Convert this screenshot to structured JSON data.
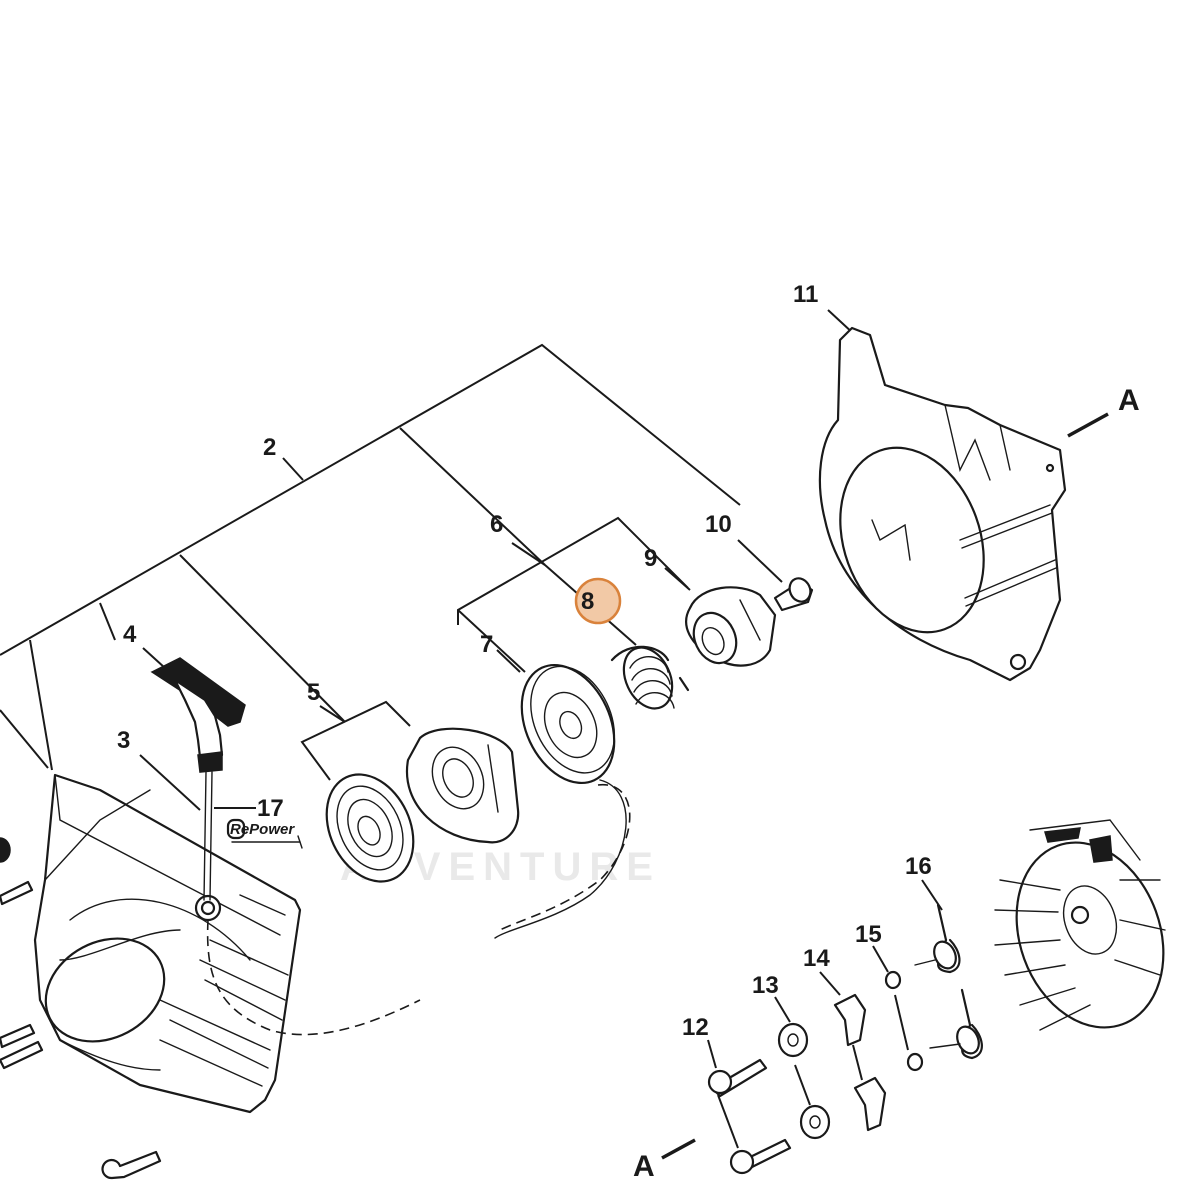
{
  "diagram": {
    "callouts": {
      "p2": "2",
      "p3": "3",
      "p4": "4",
      "p5": "5",
      "p6": "6",
      "p7": "7",
      "p8": "8",
      "p9": "9",
      "p10": "10",
      "p11": "11",
      "p12": "12",
      "p13": "13",
      "p14": "14",
      "p15": "15",
      "p16": "16",
      "p17": "17"
    },
    "ref_top": "A",
    "ref_bottom": "A",
    "brand_label": "RePower",
    "watermark": "ADVENTURE",
    "highlighted_part": "8",
    "highlight_color": "#f2c9a6",
    "highlight_border_color": "#d9823b"
  }
}
